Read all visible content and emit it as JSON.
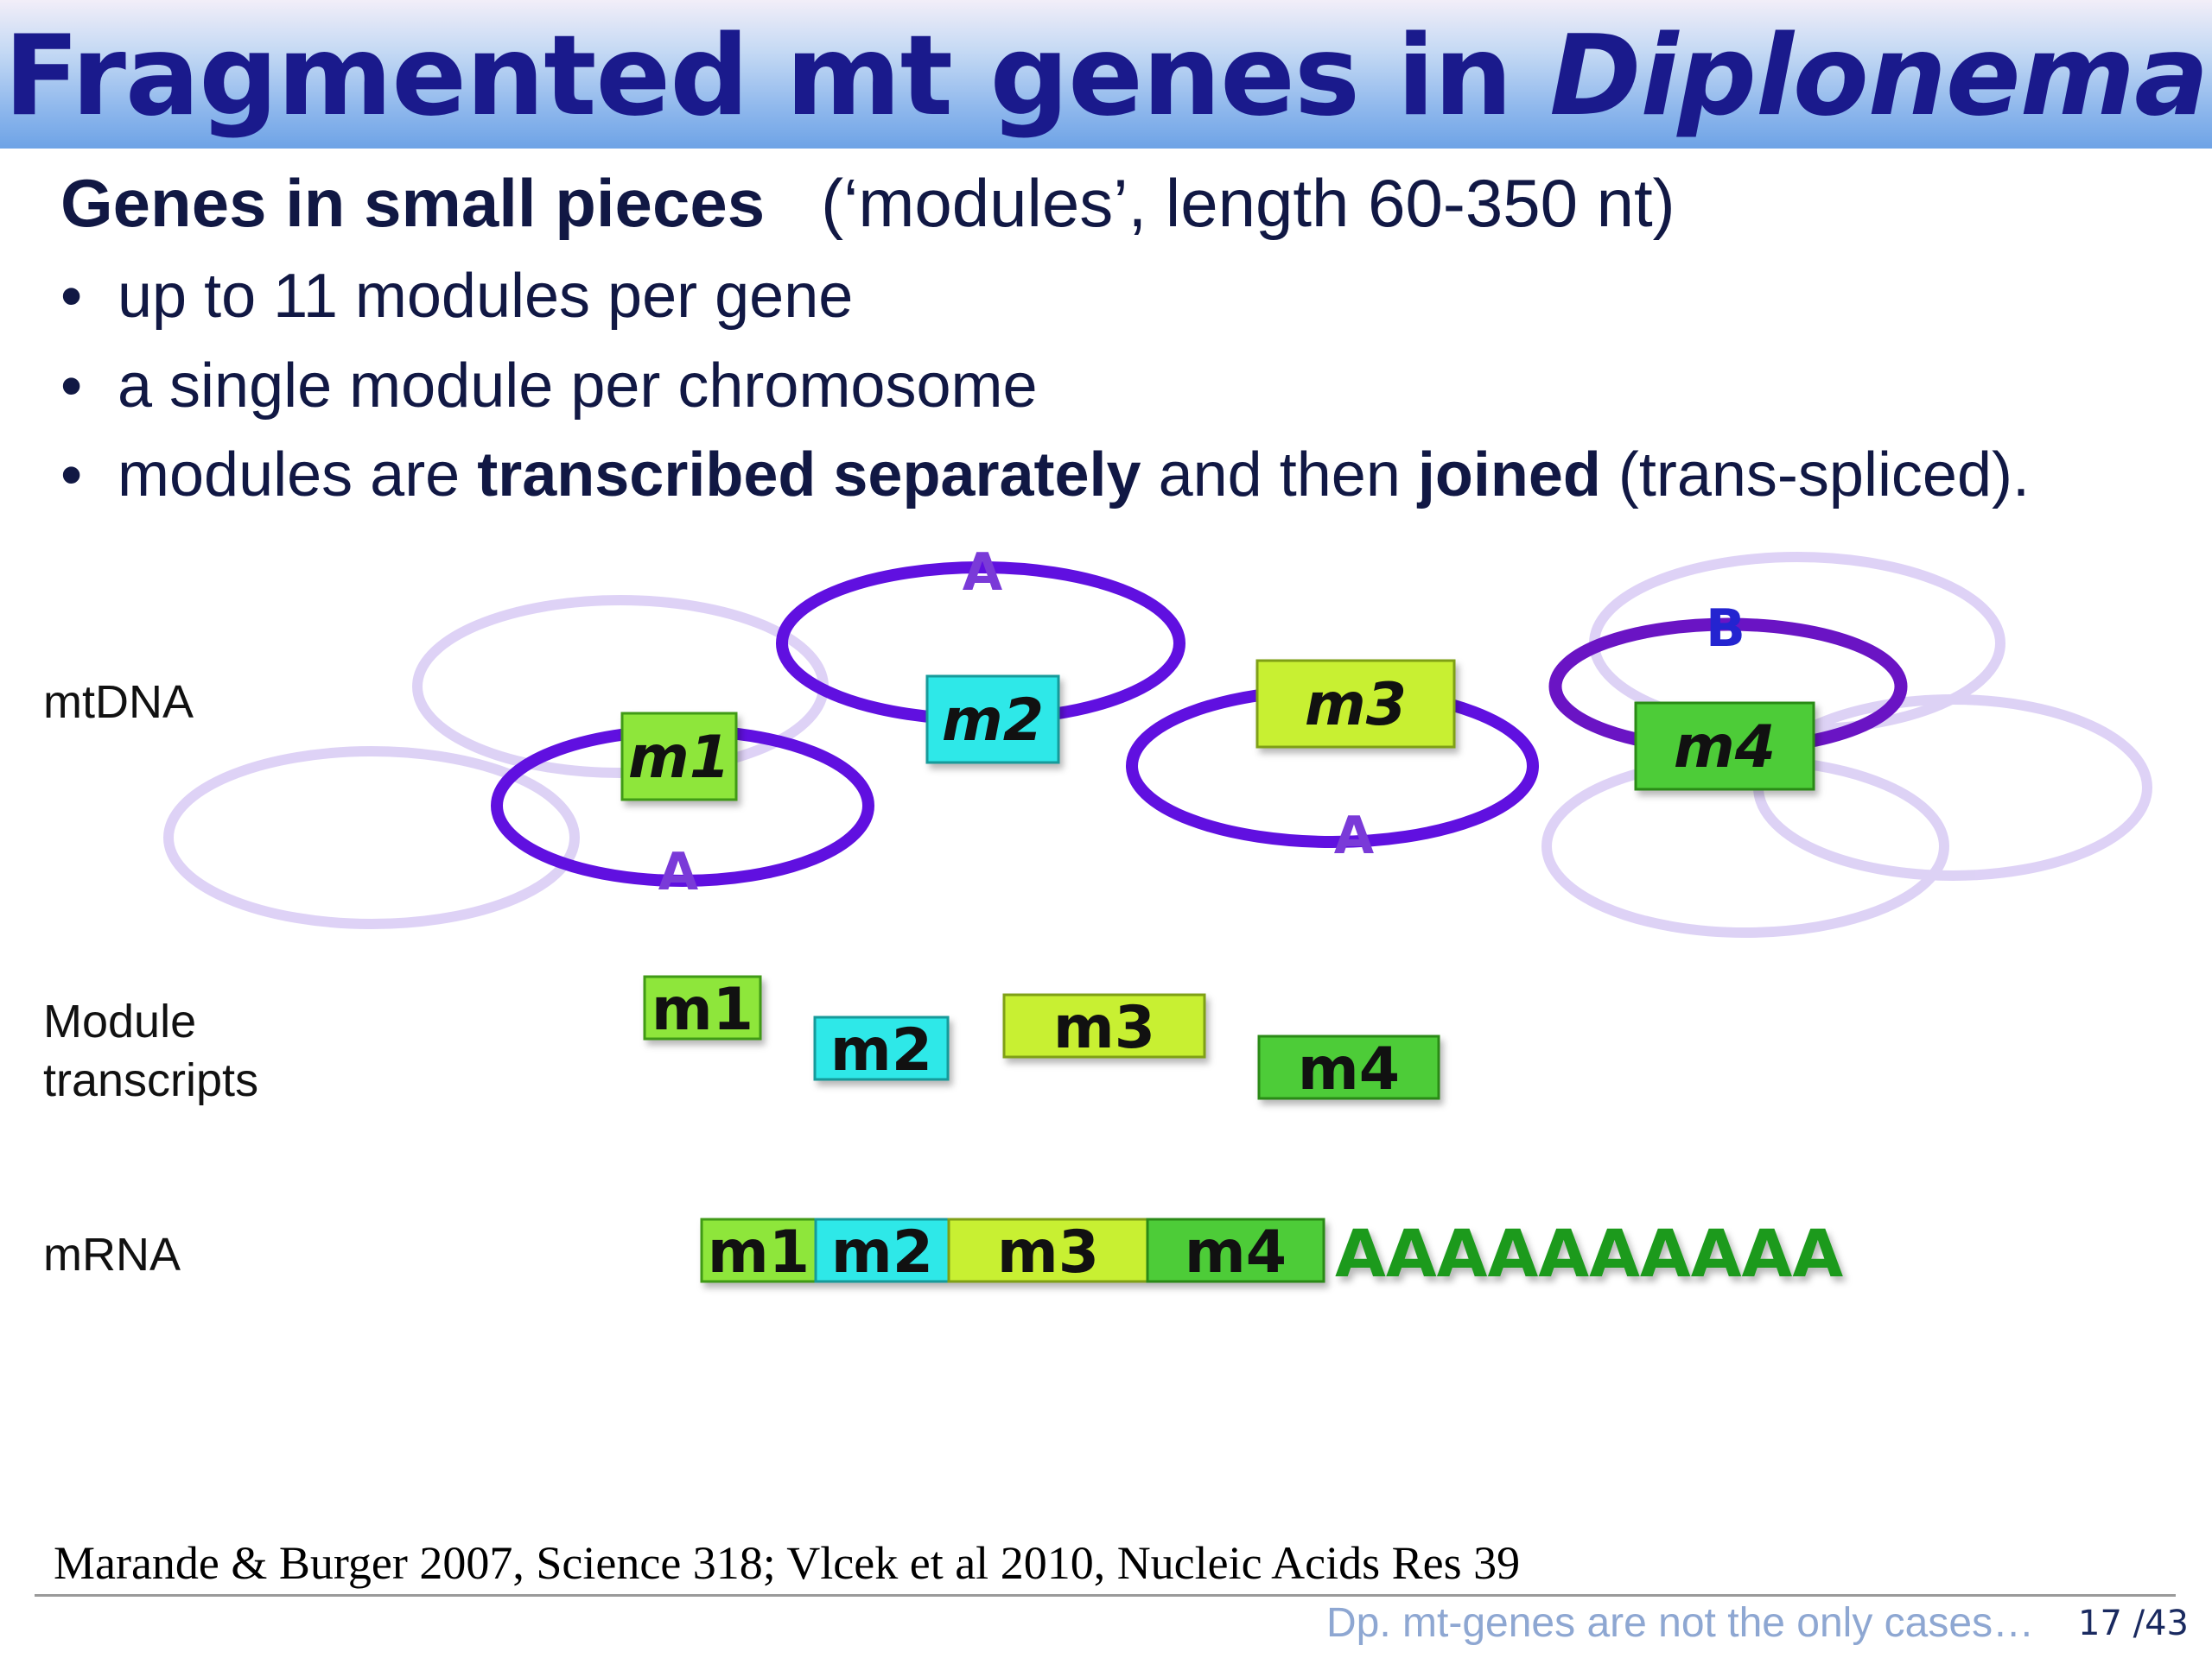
{
  "title": {
    "lead": "Fragmented mt genes in ",
    "organism": "Diplonema"
  },
  "subtitle": {
    "bold": "Genes in small pieces",
    "rest": "   (‘modules’, length 60-350 nt)"
  },
  "bullets": [
    {
      "parts": [
        "up to 11 modules per gene"
      ]
    },
    {
      "parts": [
        "a single module per chromosome"
      ]
    },
    {
      "parts": [
        "modules are ",
        "transcribed separately",
        " and then ",
        "joined",
        " (trans-spliced)."
      ]
    }
  ],
  "row_labels": {
    "mtdna": "mtDNA",
    "transcripts_line1": "Module",
    "transcripts_line2": "transcripts",
    "mrna": "mRNA"
  },
  "chromosome_labels": {
    "a": "A",
    "b": "B"
  },
  "modules": {
    "m1": "m1",
    "m2": "m2",
    "m3": "m3",
    "m4": "m4"
  },
  "poly_a": "AAAAAAAAAA",
  "citation": "Marande & Burger 2007, Science 318;  Vlcek et al 2010, Nucleic Acids Res 39",
  "footer_note": "Dp. mt-genes are not the only cases…",
  "page_number": "17 /43",
  "colors": {
    "title_text": "#1a1a8c",
    "chromosome": "#6010e0",
    "chromosome_b": "#6a14c4",
    "chromosome_faint": "#dcd0f5",
    "m1": "#8ee63a",
    "m2": "#2ee8e8",
    "m3": "#c8f030",
    "m4": "#4ecc38",
    "poly_a": "#1f9a1f"
  }
}
